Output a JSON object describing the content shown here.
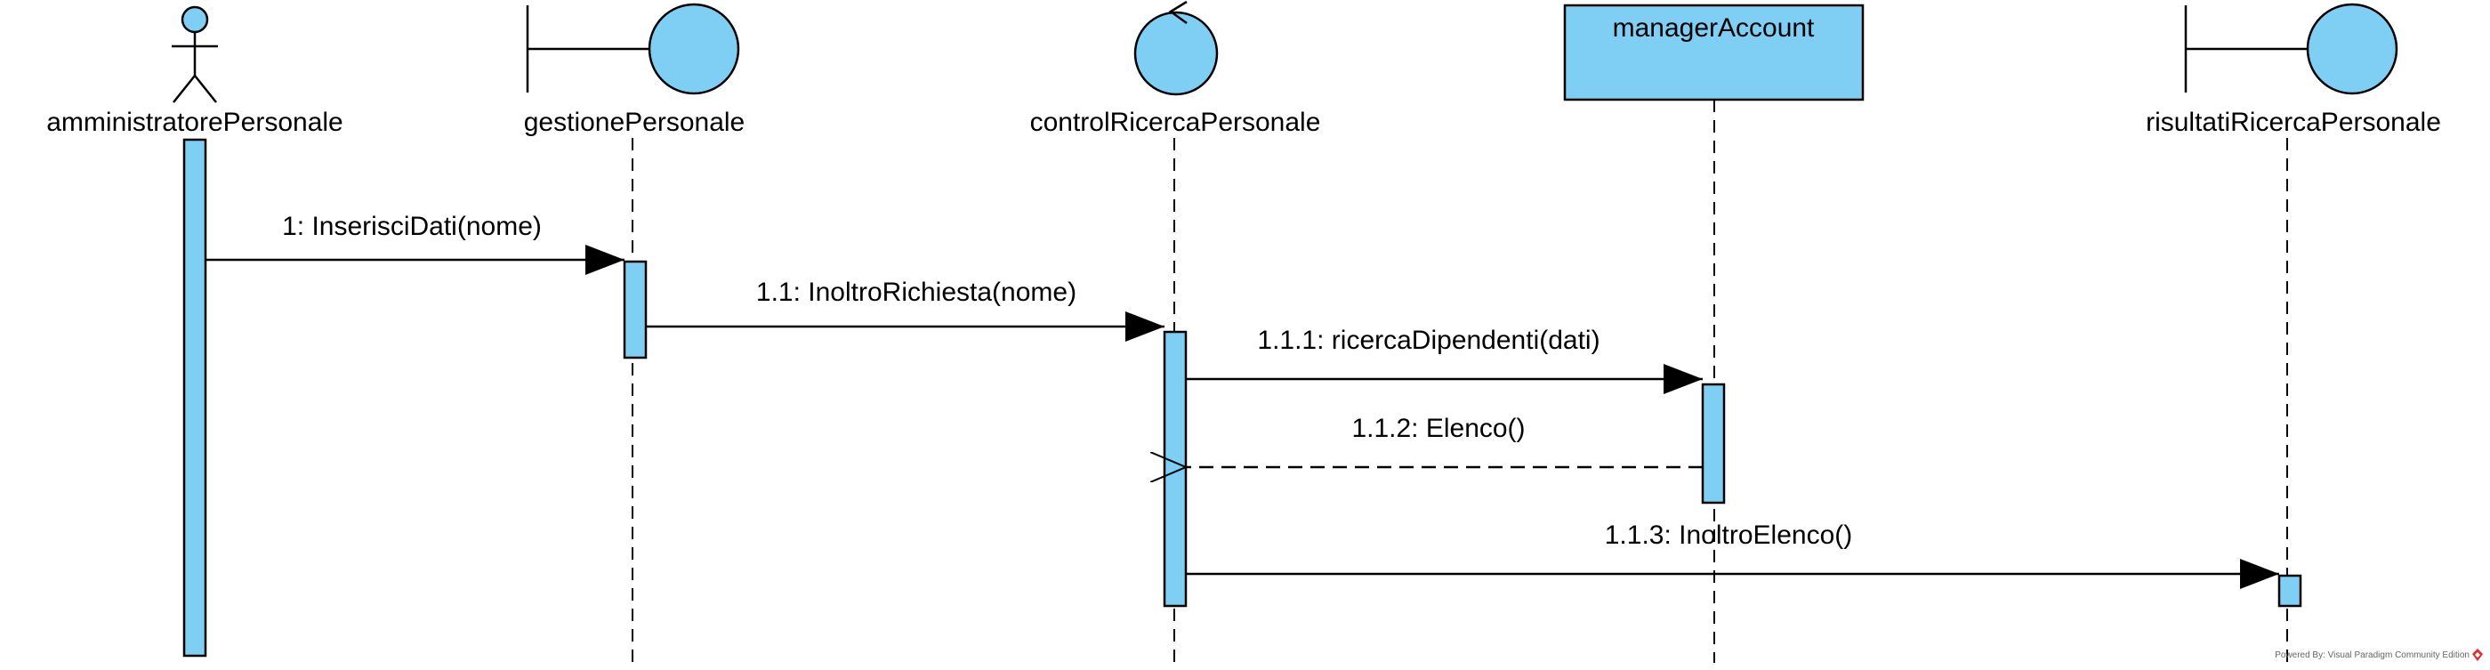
{
  "colors": {
    "fill": "#7fcff5",
    "stroke": "#000000"
  },
  "participants": [
    {
      "id": "amministratore",
      "name": "amministratorePersonale",
      "kind": "actor-icon"
    },
    {
      "id": "gestione",
      "name": "gestionePersonale",
      "kind": "boundary-icon"
    },
    {
      "id": "control",
      "name": "controlRicercaPersonale",
      "kind": "control-icon"
    },
    {
      "id": "manager",
      "name": "managerAccount",
      "kind": "entity-box"
    },
    {
      "id": "risultati",
      "name": "risultatiRicercaPersonale",
      "kind": "boundary-icon"
    }
  ],
  "messages": [
    {
      "label": "1: InserisciDati(nome)",
      "from": "amministratore",
      "to": "gestione",
      "kind": "sync"
    },
    {
      "label": "1.1: InoltroRichiesta(nome)",
      "from": "gestione",
      "to": "control",
      "kind": "sync"
    },
    {
      "label": "1.1.1: ricercaDipendenti(dati)",
      "from": "control",
      "to": "manager",
      "kind": "sync"
    },
    {
      "label": "1.1.2: Elenco()",
      "from": "manager",
      "to": "control",
      "kind": "return"
    },
    {
      "label": "1.1.3: InoltroElenco()",
      "from": "control",
      "to": "risultati",
      "kind": "sync"
    }
  ],
  "footer": {
    "credit": "Powered By: Visual Paradigm Community Edition",
    "logo_icon": "visual-paradigm-logo-icon"
  }
}
